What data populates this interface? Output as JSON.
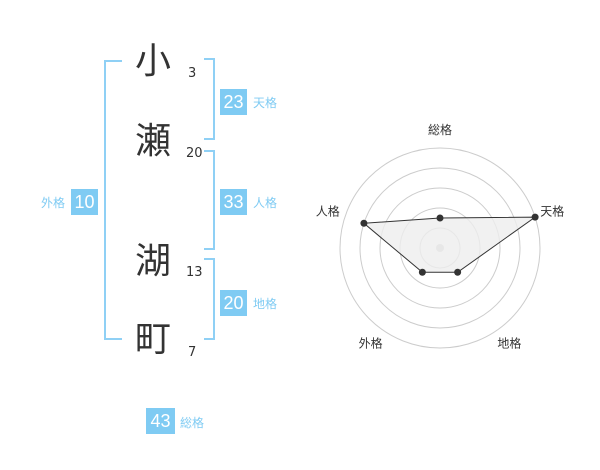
{
  "name_chars": [
    {
      "char": "小",
      "strokes": "3"
    },
    {
      "char": "瀬",
      "strokes": "20"
    },
    {
      "char": "湖",
      "strokes": "13"
    },
    {
      "char": "町",
      "strokes": "7"
    }
  ],
  "kakusu": {
    "tenkaku": {
      "value": "23",
      "label": "天格"
    },
    "jinkaku": {
      "value": "33",
      "label": "人格"
    },
    "chikaku": {
      "value": "20",
      "label": "地格"
    },
    "gaikaku": {
      "value": "10",
      "label": "外格"
    },
    "soukaku": {
      "value": "43",
      "label": "総格"
    }
  },
  "chart_data": {
    "type": "radar",
    "axes": [
      "総格",
      "天格",
      "地格",
      "外格",
      "人格"
    ],
    "values": [
      0.3,
      1.0,
      0.3,
      0.3,
      0.8
    ],
    "rings": 5,
    "colors": {
      "fill": "#eeeeee",
      "line": "#333333",
      "grid": "#cccccc",
      "center": "#cccccc"
    }
  }
}
